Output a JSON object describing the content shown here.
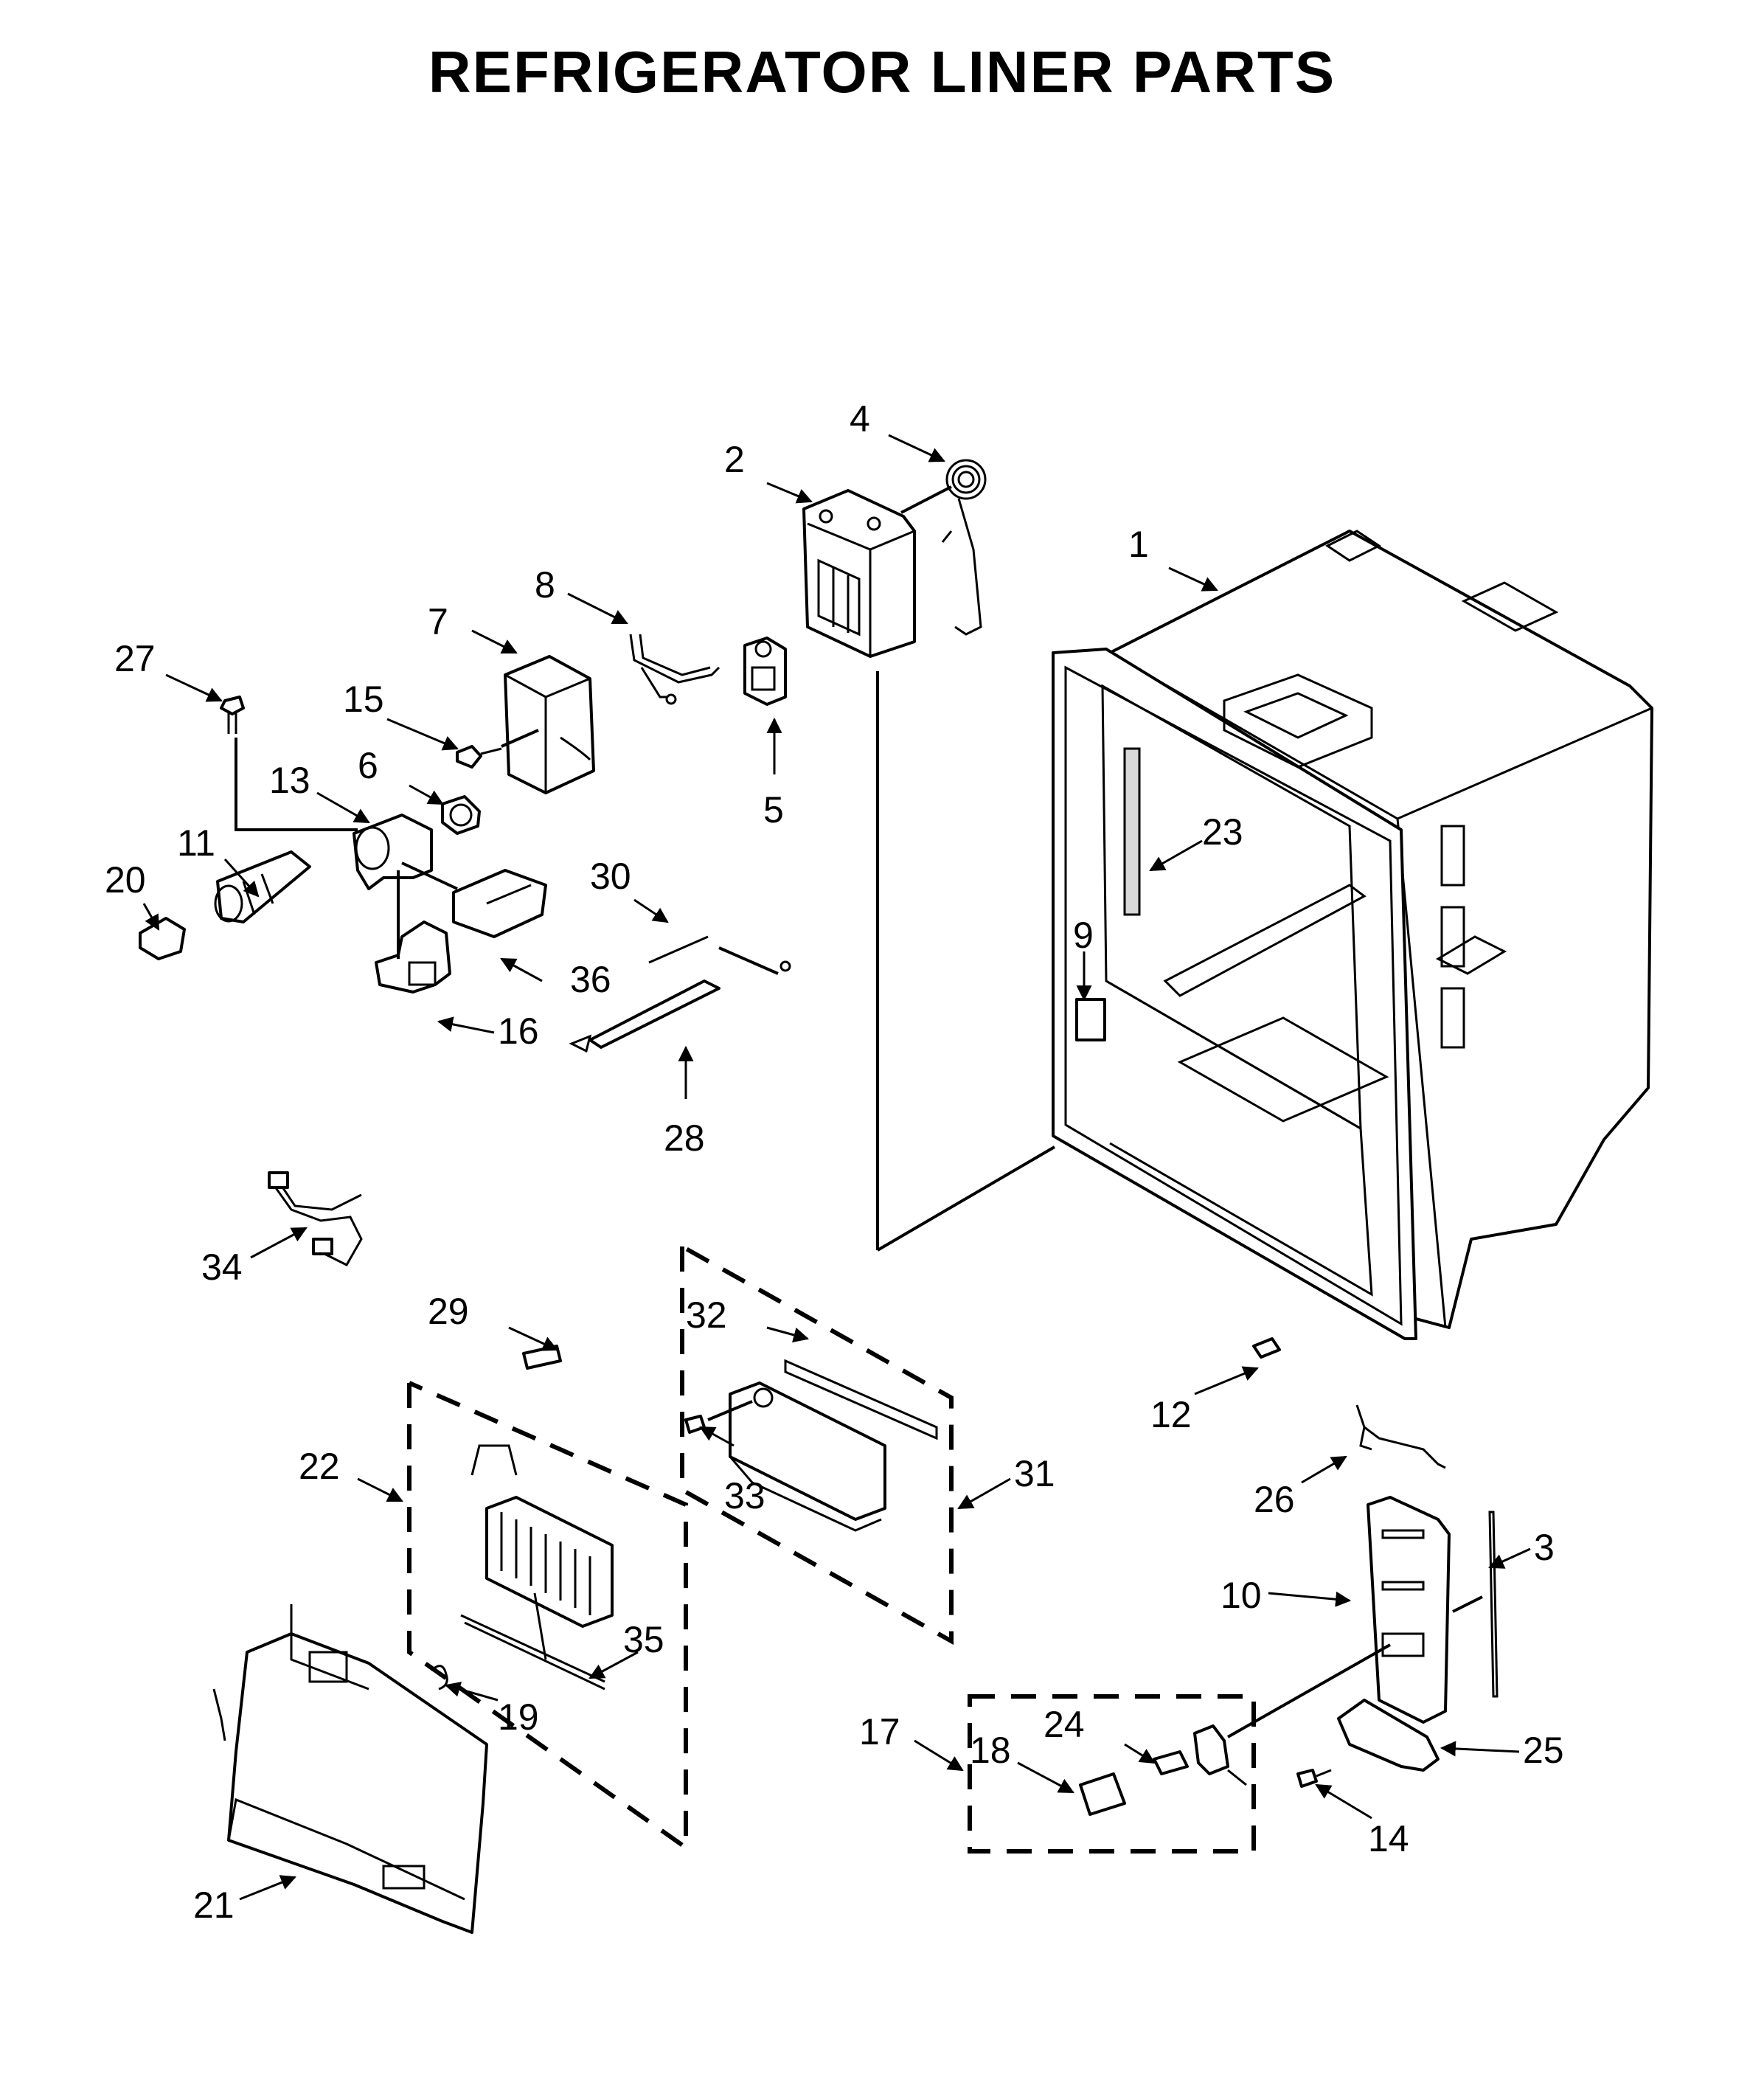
{
  "title": "REFRIGERATOR LINER PARTS",
  "callouts": [
    {
      "id": "c1",
      "label": "1"
    },
    {
      "id": "c2",
      "label": "2"
    },
    {
      "id": "c3",
      "label": "3"
    },
    {
      "id": "c4",
      "label": "4"
    },
    {
      "id": "c5",
      "label": "5"
    },
    {
      "id": "c6",
      "label": "6"
    },
    {
      "id": "c7",
      "label": "7"
    },
    {
      "id": "c8",
      "label": "8"
    },
    {
      "id": "c9",
      "label": "9"
    },
    {
      "id": "c10",
      "label": "10"
    },
    {
      "id": "c11",
      "label": "11"
    },
    {
      "id": "c12",
      "label": "12"
    },
    {
      "id": "c13",
      "label": "13"
    },
    {
      "id": "c14",
      "label": "14"
    },
    {
      "id": "c15",
      "label": "15"
    },
    {
      "id": "c16",
      "label": "16"
    },
    {
      "id": "c17",
      "label": "17"
    },
    {
      "id": "c18",
      "label": "18"
    },
    {
      "id": "c19",
      "label": "19"
    },
    {
      "id": "c20",
      "label": "20"
    },
    {
      "id": "c21",
      "label": "21"
    },
    {
      "id": "c22",
      "label": "22"
    },
    {
      "id": "c23",
      "label": "23"
    },
    {
      "id": "c24",
      "label": "24"
    },
    {
      "id": "c25",
      "label": "25"
    },
    {
      "id": "c26",
      "label": "26"
    },
    {
      "id": "c27",
      "label": "27"
    },
    {
      "id": "c28",
      "label": "28"
    },
    {
      "id": "c29",
      "label": "29"
    },
    {
      "id": "c30",
      "label": "30"
    },
    {
      "id": "c31",
      "label": "31"
    },
    {
      "id": "c32",
      "label": "32"
    },
    {
      "id": "c33",
      "label": "33"
    },
    {
      "id": "c34",
      "label": "34"
    },
    {
      "id": "c35",
      "label": "35"
    },
    {
      "id": "c36",
      "label": "36"
    }
  ]
}
